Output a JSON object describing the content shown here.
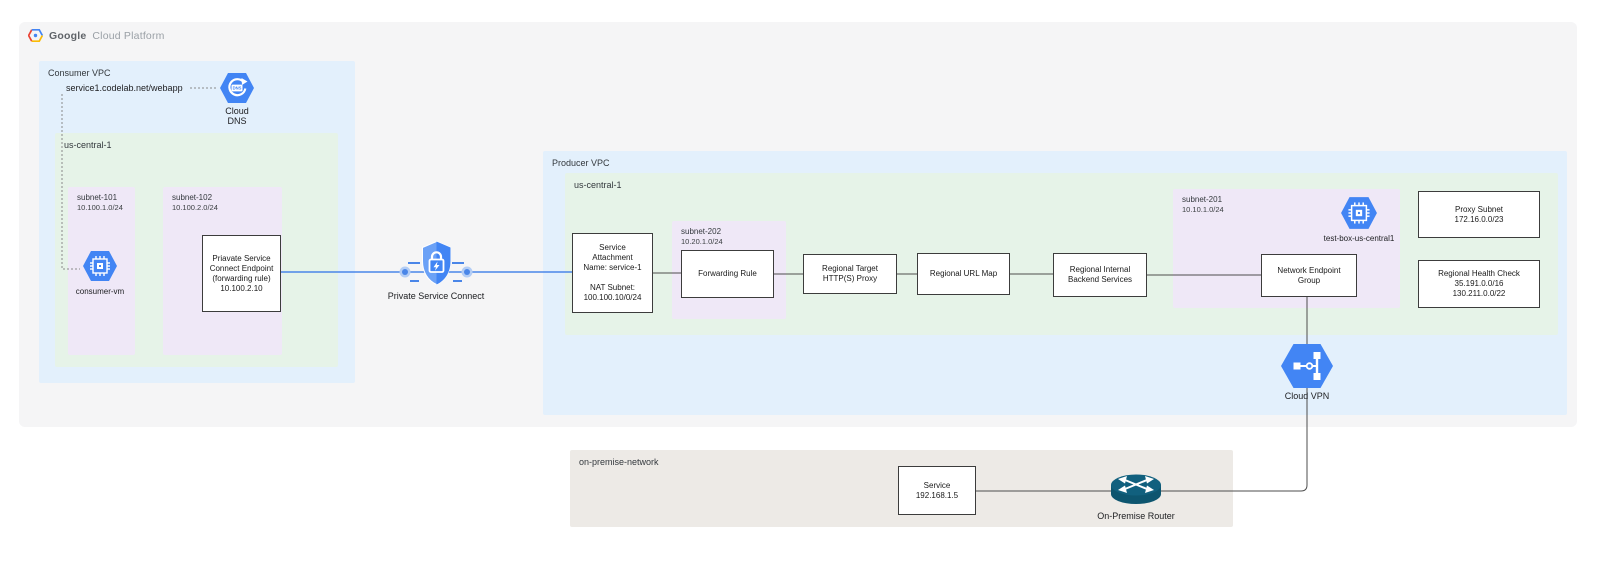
{
  "brand": {
    "part1": "Google",
    "part2": "Cloud Platform"
  },
  "consumer_vpc": {
    "label": "Consumer VPC",
    "dns_record": "service1.codelab.net/webapp",
    "cloud_dns": {
      "glyph_text": "DNS",
      "label_lines": [
        "Cloud",
        "DNS"
      ]
    },
    "region": {
      "label": "us-central-1",
      "subnet_101": {
        "name": "subnet-101",
        "cidr": "10.100.1.0/24",
        "vm_label": "consumer-vm"
      },
      "subnet_102": {
        "name": "subnet-102",
        "cidr": "10.100.2.0/24",
        "endpoint_lines": [
          "Priavate Service",
          "Connect Endpoint",
          "(forwarding rule)",
          "10.100.2.10"
        ]
      }
    }
  },
  "psc": {
    "label": "Private Service Connect"
  },
  "producer_vpc": {
    "label": "Producer VPC",
    "region": {
      "label": "us-central-1",
      "service_attachment": {
        "lines": [
          "Service",
          "Attachment",
          "Name: service-1",
          "",
          "NAT Subnet:",
          "100.100.10/0/24"
        ]
      },
      "subnet_202": {
        "name": "subnet-202",
        "cidr": "10.20.1.0/24",
        "forwarding_rule": "Forwarding Rule"
      },
      "regional_target_proxy": {
        "lines": [
          "Regional Target",
          "HTTP(S) Proxy"
        ]
      },
      "regional_url_map": "Regional URL Map",
      "regional_internal_backend": {
        "lines": [
          "Regional Internal",
          "Backend Services"
        ]
      },
      "subnet_201": {
        "name": "subnet-201",
        "cidr": "10.10.1.0/24",
        "vm_label": "test-box-us-central1",
        "neg": {
          "lines": [
            "Network Endpoint",
            "Group"
          ]
        }
      },
      "proxy_subnet": {
        "lines": [
          "Proxy Subnet",
          "172.16.0.0/23"
        ]
      },
      "health_check": {
        "lines": [
          "Regional Health Check",
          "35.191.0.0/16",
          "130.211.0.0/22"
        ]
      }
    },
    "cloud_vpn_label": "Cloud VPN"
  },
  "on_premise": {
    "label": "on-premise-network",
    "service": {
      "lines": [
        "Service",
        "192.168.1.5"
      ]
    },
    "router_label": "On-Premise Router"
  },
  "colors": {
    "vpc_blue": "#e3f0fc",
    "region_green": "#e6f3e8",
    "subnet_purple": "#efe8f7",
    "on_premise_gray": "#edeae6",
    "panel_gray": "#f5f5f6",
    "icon_blue": "#4285f4",
    "wire_blue": "#4a86e8",
    "router_teal": "#11607e"
  }
}
